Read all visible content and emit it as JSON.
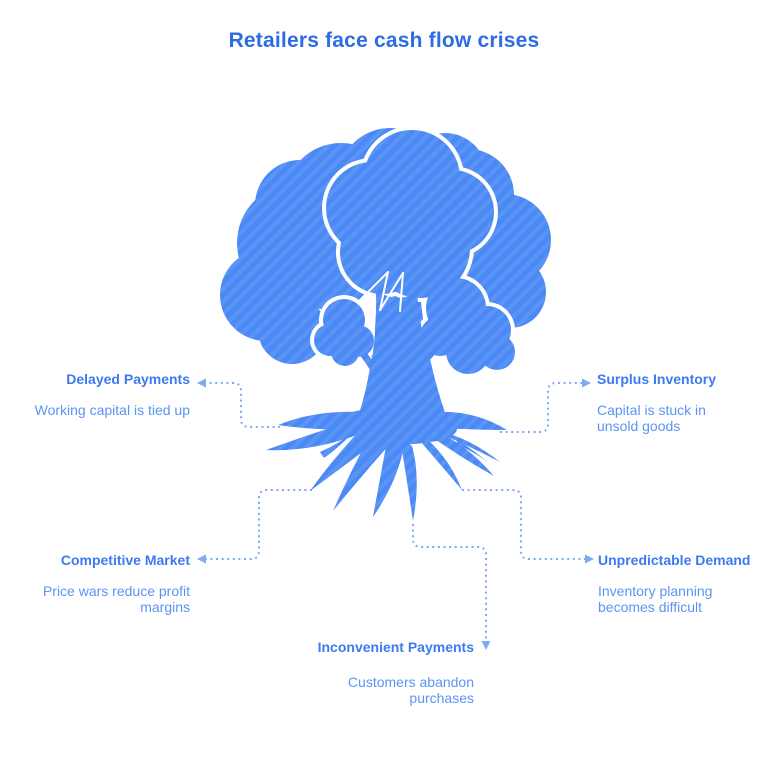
{
  "meta": {
    "title_text": "Retailers face cash flow crises"
  },
  "colors": {
    "title": "#2d6ce3",
    "heading": "#3b7af0",
    "body_text": "#5b94f3",
    "connector": "#7fa9f2",
    "tree_base": "#4b89f4",
    "tree_stripe": "#5a94f7",
    "background": "#ffffff"
  },
  "illustration": {
    "name": "tree-with-roots",
    "style": "blue silhouette with diagonal stripe texture"
  },
  "factors": [
    {
      "id": "delayed-payments",
      "label": "Delayed Payments",
      "description": "Working capital is tied up",
      "position": "left-top"
    },
    {
      "id": "surplus-inventory",
      "label": "Surplus Inventory",
      "description": "Capital is stuck in unsold goods",
      "position": "right-top"
    },
    {
      "id": "competitive-market",
      "label": "Competitive Market",
      "description": "Price wars reduce profit margins",
      "position": "left-bottom"
    },
    {
      "id": "unpredictable-demand",
      "label": "Unpredictable Demand",
      "description": "Inventory planning becomes difficult",
      "position": "right-bottom"
    },
    {
      "id": "inconvenient-payments",
      "label": "Inconvenient Payments",
      "description": "Customers abandon purchases",
      "position": "bottom-center"
    }
  ]
}
